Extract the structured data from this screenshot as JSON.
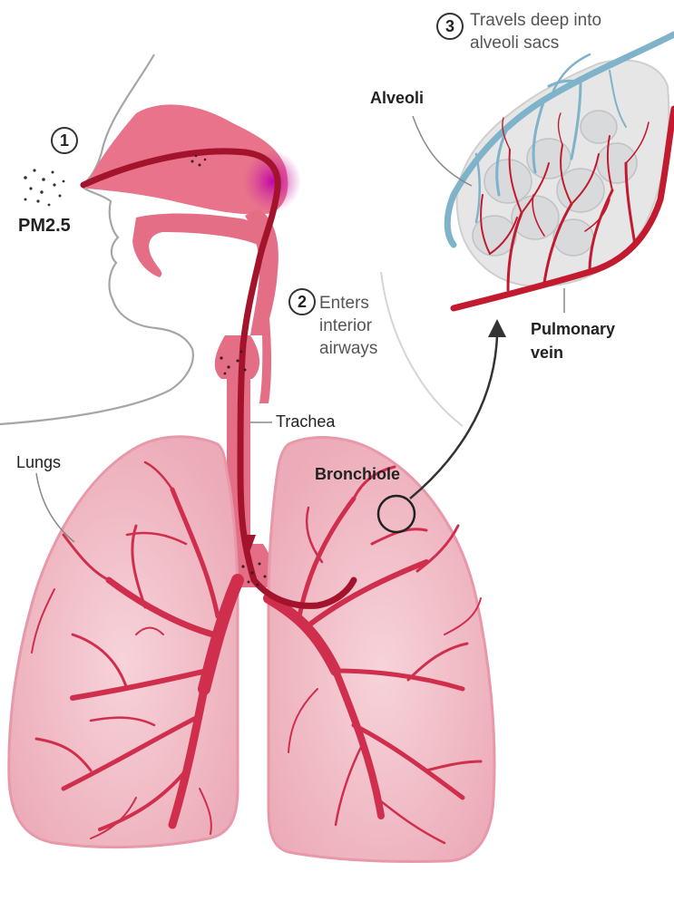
{
  "labels": {
    "pm": "PM2.5",
    "lungs": "Lungs",
    "trachea": "Trachea",
    "bronchiole": "Bronchiole",
    "alveoli": "Alveoli",
    "pulmonary_vein_line1": "Pulmonary",
    "pulmonary_vein_line2": "vein"
  },
  "steps": [
    {
      "number": "1",
      "lines": []
    },
    {
      "number": "2",
      "lines": [
        "Enters",
        "interior",
        "airways"
      ]
    },
    {
      "number": "3",
      "lines": [
        "Travels deep into",
        "alveoli sacs"
      ]
    }
  ],
  "colors": {
    "airway": "#e36e86",
    "airway_dark": "#a3132c",
    "lung_fill": "#f4c1cb",
    "lung_edge": "#e899a9",
    "vessel_red": "#c21b2f",
    "vessel_blue": "#7fb3c9",
    "alveoli_gray": "#d8dadc",
    "outline": "#9a9a9a"
  }
}
